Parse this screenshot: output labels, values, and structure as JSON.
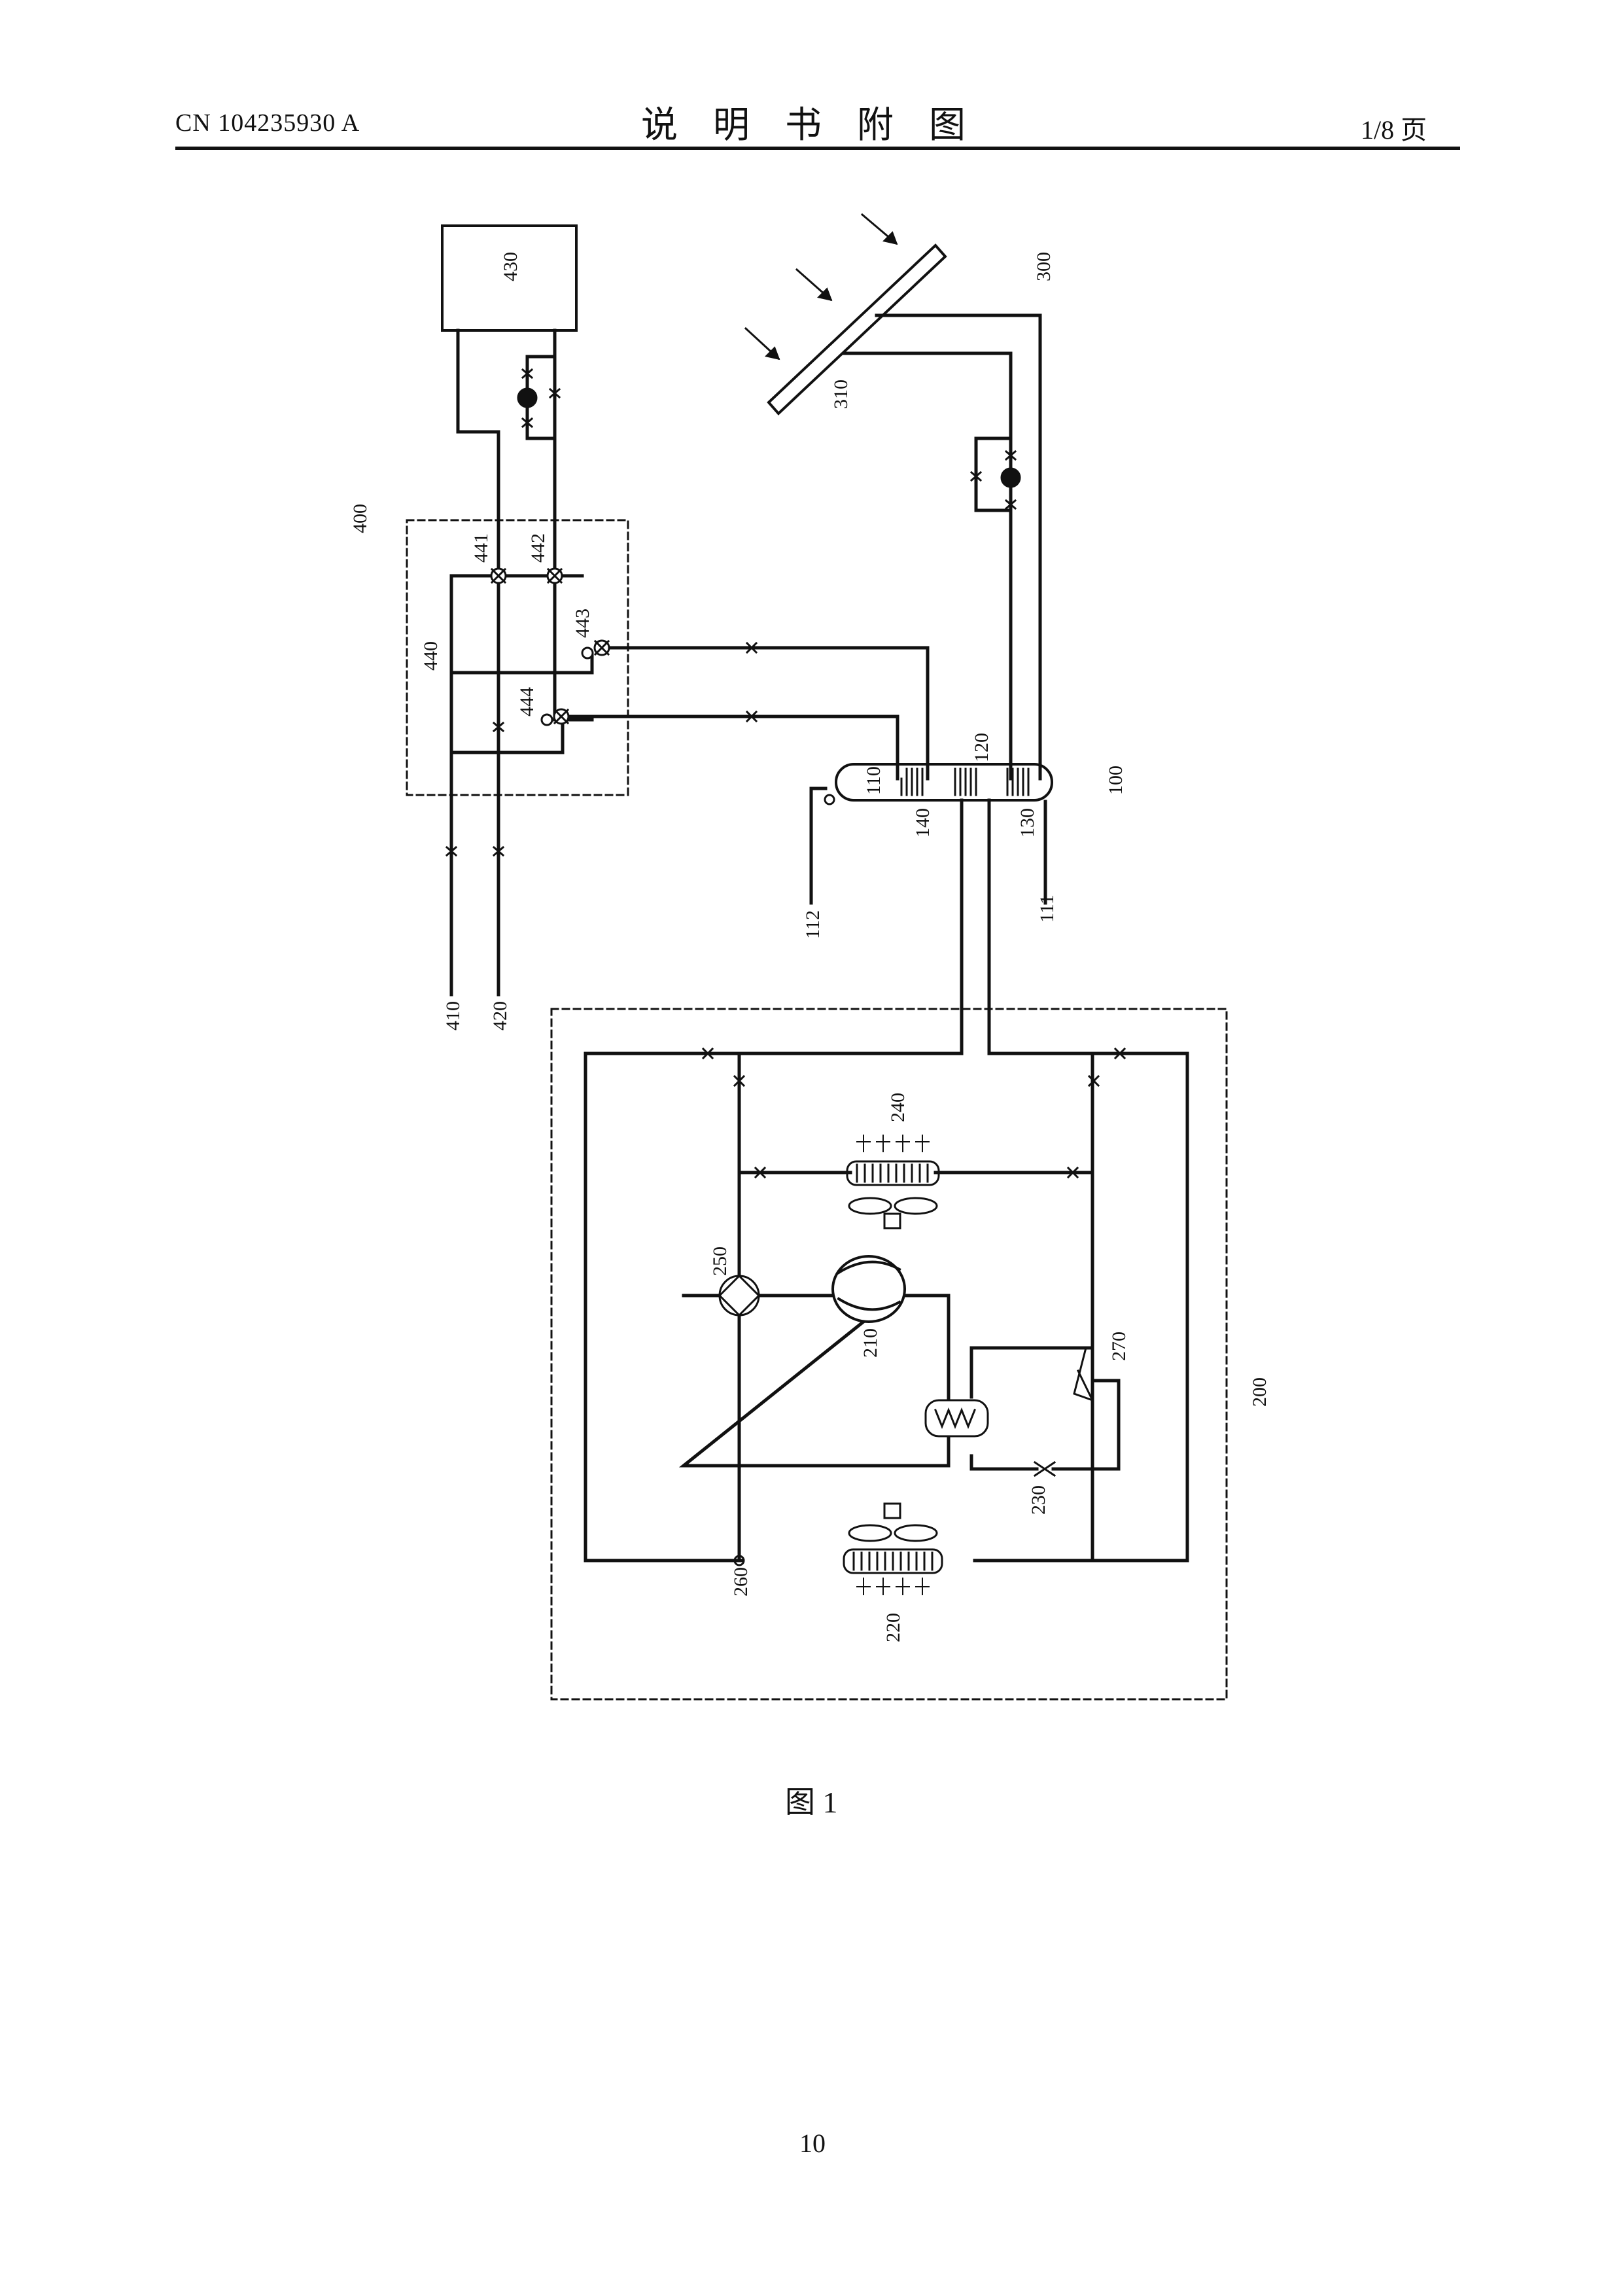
{
  "header": {
    "patent_no": "CN 104235930 A",
    "title": "说明书附图",
    "page_fraction": "1/8 页"
  },
  "figure": {
    "caption": "图 1",
    "labels": {
      "l430": "430",
      "l300": "300",
      "l310": "310",
      "l400": "400",
      "l441": "441",
      "l442": "442",
      "l443": "443",
      "l440": "440",
      "l444": "444",
      "l110": "110",
      "l120": "120",
      "l100": "100",
      "l140": "140",
      "l130": "130",
      "l112": "112",
      "l111": "111",
      "l410": "410",
      "l420": "420",
      "l240": "240",
      "l250": "250",
      "l210": "210",
      "l270": "270",
      "l200": "200",
      "l230": "230",
      "l260": "260",
      "l220": "220"
    }
  },
  "footer": {
    "page_number": "10"
  }
}
